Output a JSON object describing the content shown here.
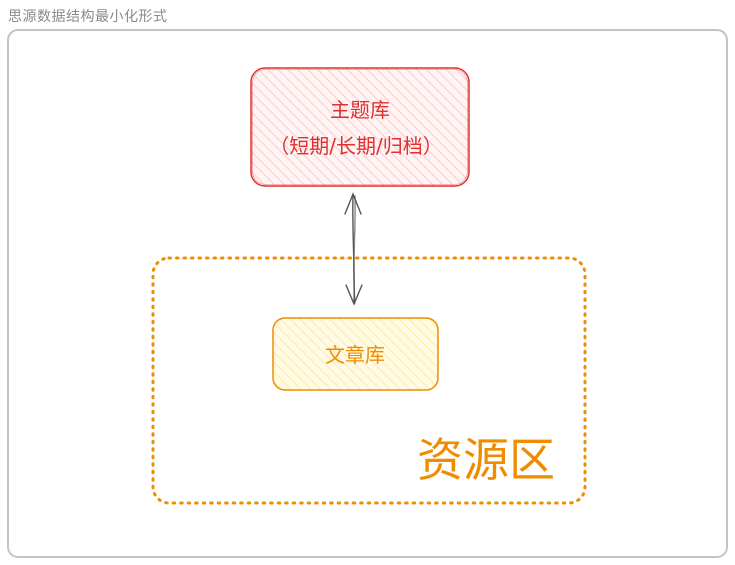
{
  "frame": {
    "title": "思源数据结构最小化形式"
  },
  "diagram": {
    "topic_library": {
      "line1": "主题库",
      "line2": "（短期/长期/归档）"
    },
    "article_library": {
      "label": "文章库"
    },
    "resource_area": {
      "label": "资源区"
    },
    "colors": {
      "red_stroke": "#e03131",
      "red_fill": "#ffc9c9",
      "orange_stroke": "#f08c00",
      "orange_fill": "#ffec99",
      "frame_border": "#c4c4c4",
      "arrow": "#555555"
    }
  }
}
